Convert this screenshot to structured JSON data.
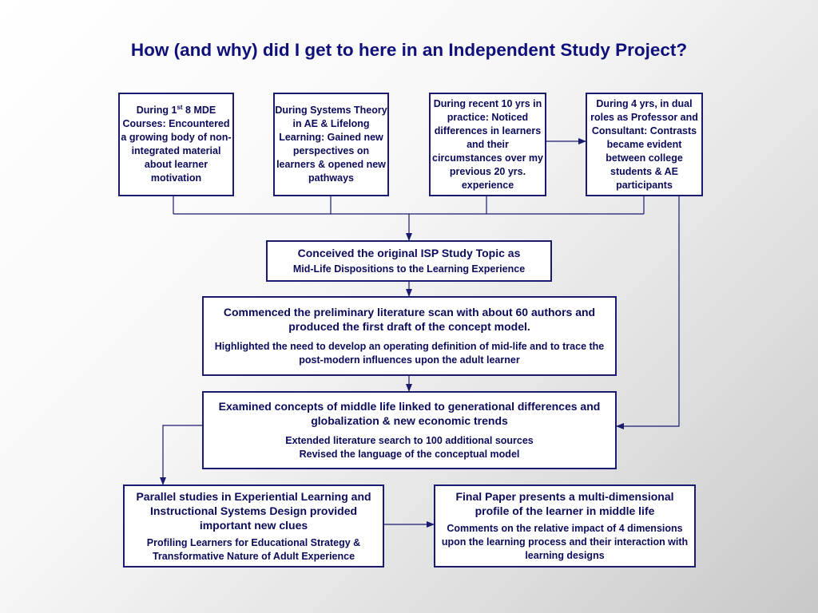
{
  "title": "How (and why) did I get to here in an Independent Study Project?",
  "top_boxes": {
    "box1": {
      "pre": "During 1",
      "sup": "st",
      "post": " 8 MDE Courses: Encountered a growing body of non-integrated material about learner motivation"
    },
    "box2": {
      "text": "During Systems Theory in AE & Lifelong Learning: Gained new perspectives on learners & opened new pathways"
    },
    "box3": {
      "text": "During recent 10 yrs in practice: Noticed differences in learners and their circumstances over my previous 20 yrs. experience"
    },
    "box4": {
      "text": "During 4 yrs, in dual roles as Professor and Consultant: Contrasts became evident between college students & AE participants"
    }
  },
  "conceived": {
    "line1": "Conceived the original ISP Study Topic as",
    "line2": "Mid-Life Dispositions to the Learning Experience"
  },
  "commenced": {
    "para1": "Commenced the preliminary literature scan with about 60 authors and produced the first draft of the concept model.",
    "para2": "Highlighted the need to develop an operating definition of mid-life and to trace the post-modern influences upon the adult learner"
  },
  "examined": {
    "para1": "Examined concepts of middle life linked to generational differences and globalization & new economic trends",
    "line2": "Extended literature search to 100 additional sources",
    "line3": "Revised the language of the conceptual model"
  },
  "parallel": {
    "para1": "Parallel studies in Experiential Learning and Instructional Systems Design provided important new clues",
    "para2": "Profiling Learners for Educational Strategy & Transformative Nature of Adult Experience"
  },
  "final": {
    "para1": "Final Paper presents a multi-dimensional profile of the learner in middle life",
    "para2": "Comments on the relative impact of 4 dimensions upon the learning process and their interaction with learning designs"
  }
}
